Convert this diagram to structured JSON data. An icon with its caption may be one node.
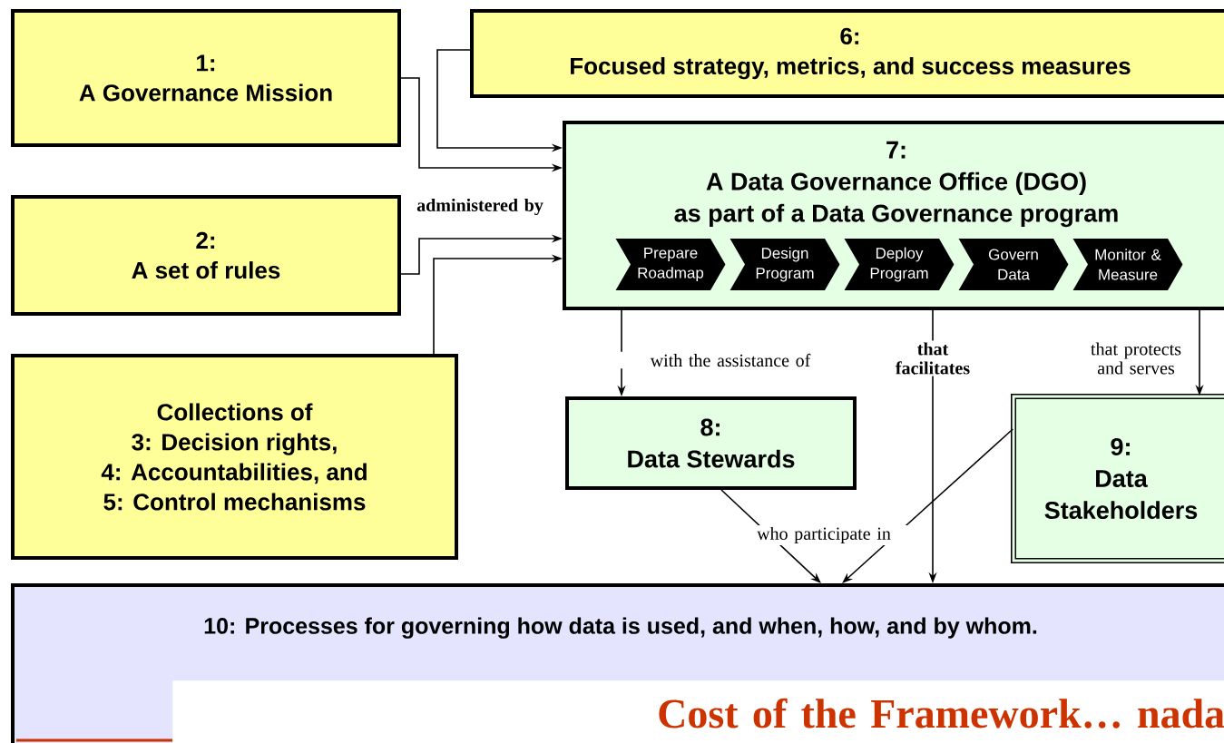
{
  "diagram": {
    "title": "Cost of the Framework… nada",
    "nodes": [
      {
        "text": [
          "1:",
          "A Governance Mission"
        ]
      },
      {
        "text": [
          "2:",
          "A set of rules"
        ]
      },
      {
        "text": [
          "Collections of",
          "3: Decision rights,",
          "4: Accountabilities, and",
          "5: Control mechanisms"
        ]
      },
      {
        "text": [
          "6:",
          "Focused strategy, metrics, and success measures"
        ]
      },
      {
        "text": [
          "7:",
          "A Data Governance Office (DGO)",
          "as part of a Data Governance program"
        ]
      },
      {
        "text": [
          "Prepare Roadmap"
        ],
        "in": 4
      },
      {
        "text": [
          "Design Program"
        ],
        "in": 4
      },
      {
        "text": [
          "Deploy Program"
        ],
        "in": 4
      },
      {
        "text": [
          "Govern Data"
        ],
        "in": 4
      },
      {
        "text": [
          "Monitor & Measure"
        ],
        "in": 4
      },
      {
        "text": [
          "8:",
          "Data Stewards"
        ]
      },
      {
        "text": [
          "9:",
          "Data Stakeholders"
        ]
      },
      {
        "text": [
          "10: Processes for governing how data is used, and when, how, and by whom."
        ]
      }
    ],
    "edges": [
      {
        "from": 0,
        "to": 4,
        "arrow": "to"
      },
      {
        "from": 3,
        "to": 4,
        "arrow": "to"
      },
      {
        "from": 1,
        "to": 4,
        "arrow": "to",
        "label": "administered by"
      },
      {
        "from": 2,
        "to": 4,
        "arrow": "to"
      },
      {
        "from": 4,
        "to": 10,
        "arrow": "to",
        "label": "with the assistance of"
      },
      {
        "from": 4,
        "to": 12,
        "arrow": "to",
        "label": "that facilitates"
      },
      {
        "from": 4,
        "to": 11,
        "arrow": "to",
        "label": "that protects and serves"
      },
      {
        "from": 10,
        "to": 12,
        "arrow": "to",
        "label": "who participate in"
      },
      {
        "from": 11,
        "to": 12,
        "arrow": "to"
      }
    ]
  }
}
